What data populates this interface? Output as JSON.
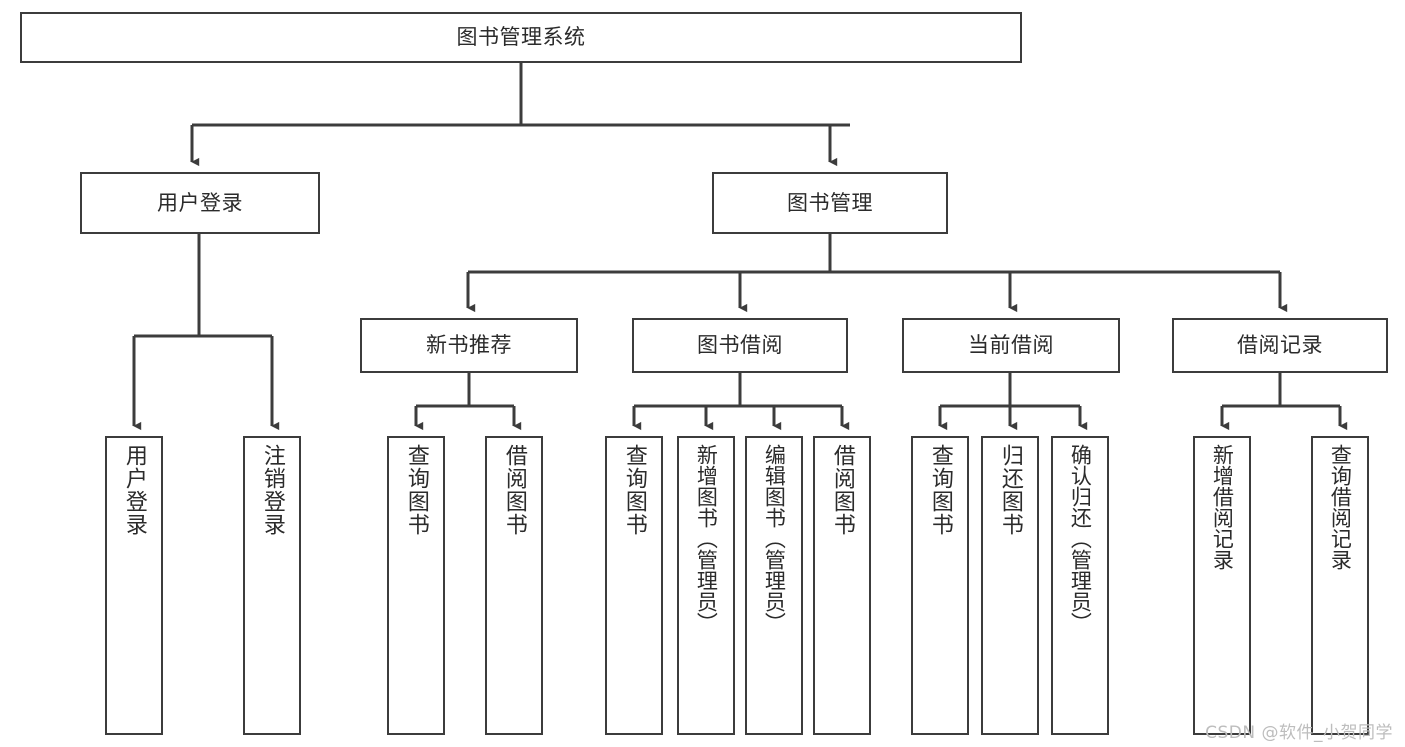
{
  "diagram": {
    "title": "图书管理系统",
    "type": "tree",
    "colors": {
      "stroke": "#3c3c3c",
      "fill": "#ffffff",
      "text": "#2b2b2b",
      "watermark": "#bdbdbd"
    },
    "watermark": "CSDN @软件_小贺同学",
    "root": {
      "label": "图书管理系统"
    },
    "level2": [
      {
        "label": "用户登录"
      },
      {
        "label": "图书管理"
      }
    ],
    "level3": [
      {
        "label": "新书推荐"
      },
      {
        "label": "图书借阅"
      },
      {
        "label": "当前借阅"
      },
      {
        "label": "借阅记录"
      }
    ],
    "leaves": {
      "user_login": [
        {
          "label": "用户登录"
        },
        {
          "label": "注销登录"
        }
      ],
      "new_book_recommend": [
        {
          "label": "查询图书"
        },
        {
          "label": "借阅图书"
        }
      ],
      "book_borrow": [
        {
          "label": "查询图书"
        },
        {
          "label": "新增图书（管理员）"
        },
        {
          "label": "编辑图书（管理员）"
        },
        {
          "label": "借阅图书"
        }
      ],
      "current_borrow": [
        {
          "label": "查询图书"
        },
        {
          "label": "归还图书"
        },
        {
          "label": "确认归还（管理员）"
        }
      ],
      "borrow_record": [
        {
          "label": "新增借阅记录"
        },
        {
          "label": "查询借阅记录"
        }
      ]
    }
  }
}
